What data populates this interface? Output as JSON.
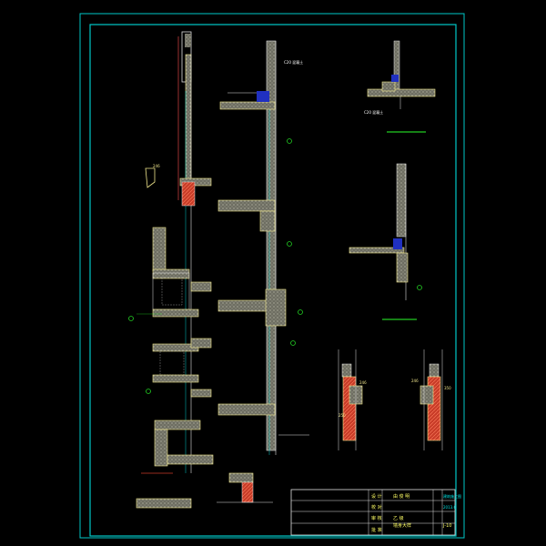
{
  "drawing": {
    "border_color": "#00c8c8",
    "wall_color": "#9e9e8a",
    "outline_color": "#e0e0e0",
    "accent_red": "#c83c28",
    "accent_green": "#22cc22",
    "accent_yellow": "#f0e68c",
    "accent_blue": "#2030c0"
  },
  "labels": {
    "elev_246_a": "246",
    "elev_246_b": "246",
    "elev_246_c": "246",
    "elev_350": "350",
    "elev_250": "250",
    "c20": "C20 混凝土",
    "c20_b": "C20 混凝土"
  },
  "title_block": {
    "row1_left": "设 计",
    "row1_mid": "由 俊 明",
    "row1_right_code": "建筑施工图",
    "row2_left": "校 对",
    "row2_right_code": "2013.6",
    "row3_left": "审 核",
    "row3_mid": "乙 级",
    "row4_left": "批 准",
    "drawing_title": "墙身大样",
    "sheet_no": "J-10"
  }
}
